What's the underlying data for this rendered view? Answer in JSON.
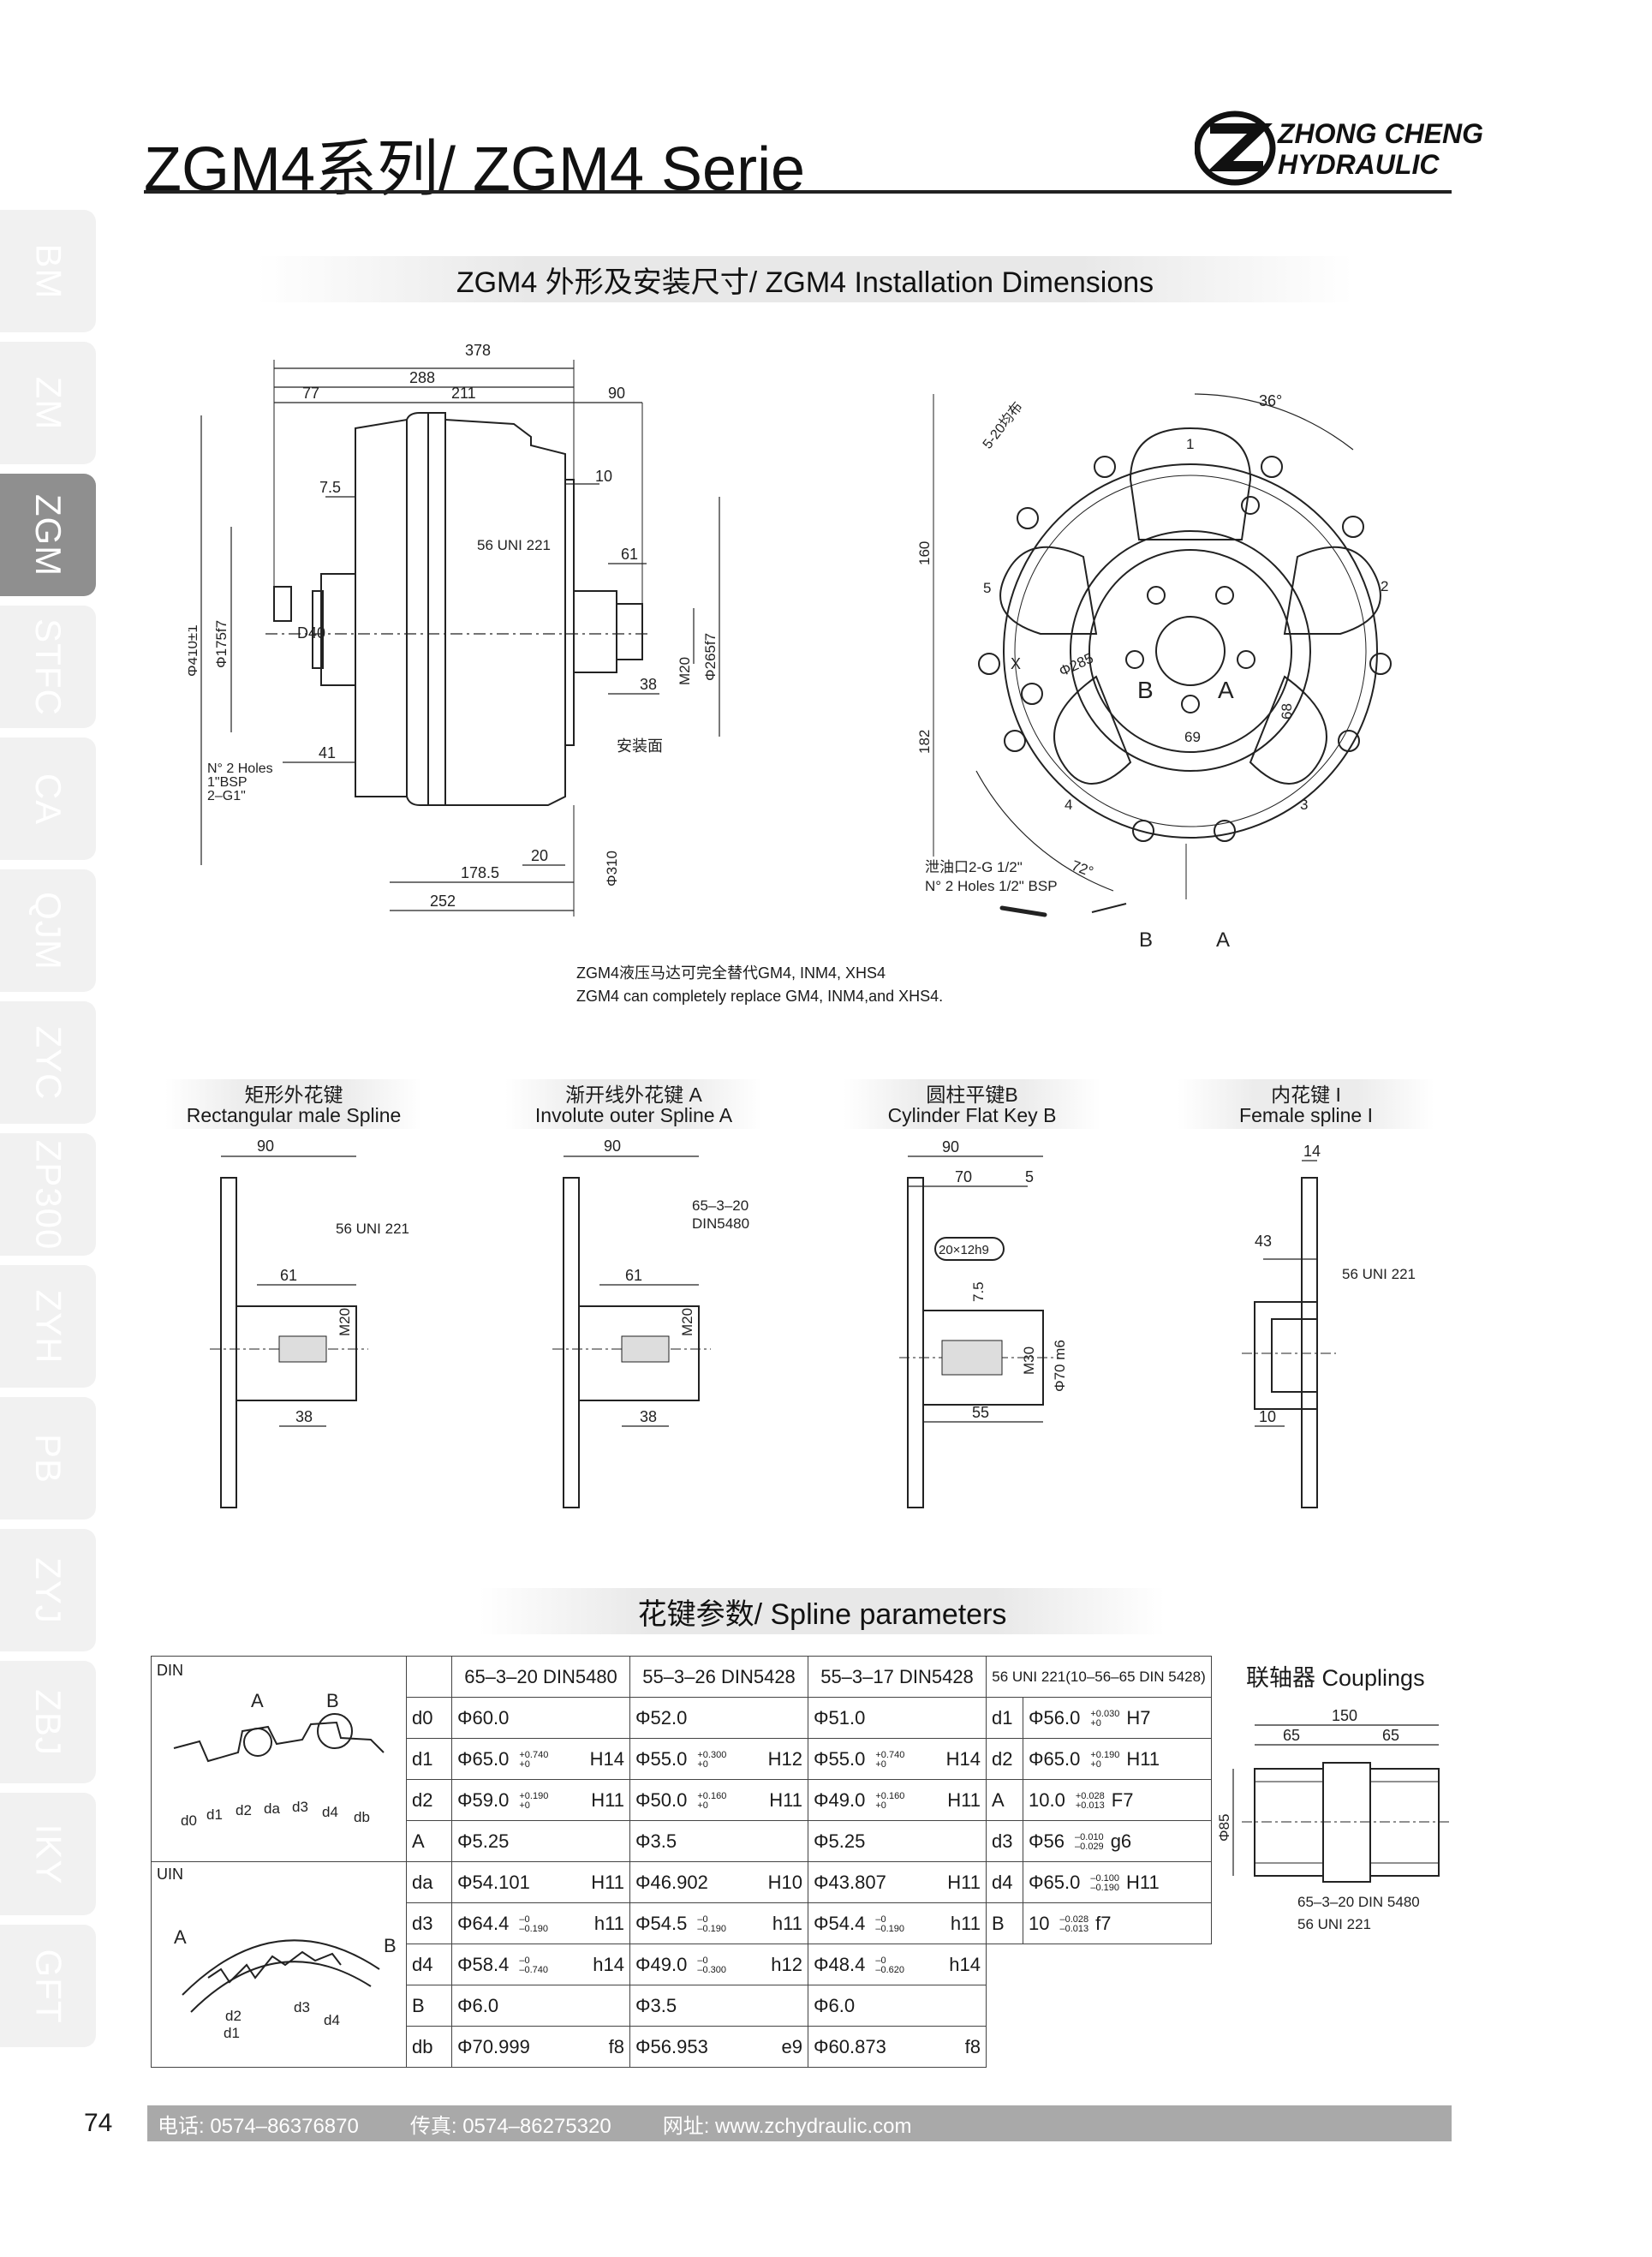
{
  "header": {
    "title": "ZGM4系列/ ZGM4 Serie",
    "logo_line1": "ZHONG CHENG",
    "logo_line2": "HYDRAULIC"
  },
  "side_tabs": [
    "BM",
    "ZM",
    "ZGM",
    "STFC",
    "CA",
    "QJM",
    "ZYC",
    "ZP300",
    "ZYH",
    "PB",
    "ZYJ",
    "ZBJ",
    "IKY",
    "GFT"
  ],
  "active_tab": "ZGM",
  "installation": {
    "heading": "ZGM4 外形及安装尺寸/ ZGM4 Installation Dimensions",
    "dims": {
      "d378": "378",
      "d288": "288",
      "d77": "77",
      "d211": "211",
      "d90": "90",
      "d7_5": "7.5",
      "d10": "10",
      "uni": "56 UNI 221",
      "d61": "61",
      "phi410": "Φ410±1",
      "phi175": "Φ175f7",
      "d40": "D40",
      "m20": "M20",
      "phi265": "Φ265f7",
      "d38": "38",
      "mount_face": "安装面",
      "holes1": "N° 2 Holes",
      "holes2": "1\"BSP",
      "holes3": "2–G1\"",
      "d41": "41",
      "d20": "20",
      "phi310": "Φ310",
      "d178_5": "178.5",
      "d252": "252"
    },
    "front": {
      "angle36": "36°",
      "holes5": "5-20均布",
      "d160": "160",
      "d182": "182",
      "phi285": "Φ285",
      "d68": "68",
      "d69": "69",
      "angle72": "72°",
      "drain1": "泄油口2-G 1/2\"",
      "drain2": "N° 2 Holes 1/2\" BSP",
      "b": "B",
      "a": "A",
      "x": "X",
      "ports": [
        "1",
        "2",
        "3",
        "4",
        "5"
      ]
    },
    "note_cn": "ZGM4液压马达可完全替代GM4, INM4, XHS4",
    "note_en": "ZGM4 can completely replace GM4, INM4,and XHS4."
  },
  "shafts": [
    {
      "cn": "矩形外花键",
      "en": "Rectangular male Spline",
      "d90": "90",
      "spec": "56 UNI 221",
      "d61": "61",
      "m": "M20",
      "d38": "38"
    },
    {
      "cn": "渐开线外花键 A",
      "en": "Involute outer Spline A",
      "d90": "90",
      "spec1": "65–3–20",
      "spec2": "DIN5480",
      "d61": "61",
      "m": "M20",
      "d38": "38"
    },
    {
      "cn": "圆柱平键B",
      "en": "Cylinder Flat Key B",
      "d90": "90",
      "d70": "70",
      "d5": "5",
      "key": "20×12h9",
      "d7_5": "7.5",
      "m": "M30",
      "phi70": "Φ70 m6",
      "d55": "55"
    },
    {
      "cn": "内花键 I",
      "en": "Female spline I",
      "d14": "14",
      "d43": "43",
      "spec": "56 UNI 221",
      "d10": "10"
    }
  ],
  "spline_params": {
    "heading": "花键参数/ Spline parameters",
    "din_label": "DIN",
    "uin_label": "UIN",
    "col_headers": [
      "65–3–20 DIN5480",
      "55–3–26 DIN5428",
      "55–3–17 DIN5428",
      "56 UNI 221(10–56–65 DIN 5428)"
    ],
    "din_rows": [
      {
        "k": "d0",
        "c1": "Φ60.0",
        "c2": "Φ52.0",
        "c3": "Φ51.0"
      },
      {
        "k": "d1",
        "c1": "Φ65.0",
        "c1u": "+0.740",
        "c1l": "+0",
        "c1t": "H14",
        "c2": "Φ55.0",
        "c2u": "+0.300",
        "c2l": "+0",
        "c2t": "H12",
        "c3": "Φ55.0",
        "c3u": "+0.740",
        "c3l": "+0",
        "c3t": "H14"
      },
      {
        "k": "d2",
        "c1": "Φ59.0",
        "c1u": "+0.190",
        "c1l": "+0",
        "c1t": "H11",
        "c2": "Φ50.0",
        "c2u": "+0.160",
        "c2l": "+0",
        "c2t": "H11",
        "c3": "Φ49.0",
        "c3u": "+0.160",
        "c3l": "+0",
        "c3t": "H11"
      },
      {
        "k": "A",
        "c1": "Φ5.25",
        "c2": "Φ3.5",
        "c3": "Φ5.25"
      }
    ],
    "uin_rows": [
      {
        "k": "da",
        "c1": "Φ54.101",
        "c1t": "H11",
        "c2": "Φ46.902",
        "c2t": "H10",
        "c3": "Φ43.807",
        "c3t": "H11"
      },
      {
        "k": "d3",
        "c1": "Φ64.4",
        "c1u": "–0",
        "c1l": "–0.190",
        "c1t": "h11",
        "c2": "Φ54.5",
        "c2u": "–0",
        "c2l": "–0.190",
        "c2t": "h11",
        "c3": "Φ54.4",
        "c3u": "–0",
        "c3l": "–0.190",
        "c3t": "h11"
      },
      {
        "k": "d4",
        "c1": "Φ58.4",
        "c1u": "–0",
        "c1l": "–0.740",
        "c1t": "h14",
        "c2": "Φ49.0",
        "c2u": "–0",
        "c2l": "–0.300",
        "c2t": "h12",
        "c3": "Φ48.4",
        "c3u": "–0",
        "c3l": "–0.620",
        "c3t": "h14"
      },
      {
        "k": "B",
        "c1": "Φ6.0",
        "c2": "Φ3.5",
        "c3": "Φ6.0"
      },
      {
        "k": "db",
        "c1": "Φ70.999",
        "c1t": "f8",
        "c2": "Φ56.953",
        "c2t": "e9",
        "c3": "Φ60.873",
        "c3t": "f8"
      }
    ],
    "uni_rows": [
      {
        "k": "d1",
        "v": "Φ56.0",
        "u": "+0.030",
        "l": "+0",
        "t": "H7"
      },
      {
        "k": "d2",
        "v": "Φ65.0",
        "u": "+0.190",
        "l": "+0",
        "t": "H11"
      },
      {
        "k": "A",
        "v": "10.0",
        "u": "+0.028",
        "l": "+0.013",
        "t": "F7"
      },
      {
        "k": "d3",
        "v": "Φ56",
        "u": "–0.010",
        "l": "–0.029",
        "t": "g6"
      },
      {
        "k": "d4",
        "v": "Φ65.0",
        "u": "–0.100",
        "l": "–0.190",
        "t": "H11"
      },
      {
        "k": "B",
        "v": "10",
        "u": "–0.028",
        "l": "–0.013",
        "t": "f7"
      }
    ],
    "din_fig_labels": {
      "a": "A",
      "b": "B",
      "d0": "d0",
      "d1": "d1",
      "d2": "d2",
      "da": "da",
      "d3": "d3",
      "d4": "d4",
      "db": "db"
    },
    "uin_fig_labels": {
      "a": "A",
      "b": "B",
      "d1": "d1",
      "d2": "d2",
      "d3": "d3",
      "d4": "d4"
    }
  },
  "couplings": {
    "title": "联轴器 Couplings",
    "d150": "150",
    "d65a": "65",
    "d65b": "65",
    "phi85": "Φ85",
    "spec1": "65–3–20 DIN 5480",
    "spec2": "56 UNI 221"
  },
  "footer": {
    "page": "74",
    "tel": "电话: 0574–86376870",
    "fax": "传真: 0574–86275320",
    "web": "网址: www.zchydraulic.com"
  }
}
